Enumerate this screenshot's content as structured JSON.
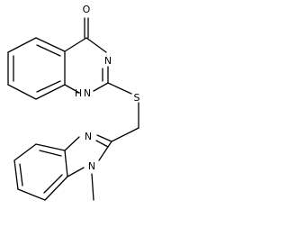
{
  "molecule": {
    "atoms": {
      "oxygen": "O",
      "n3": "N",
      "n1h": "N",
      "n1h_h": "H",
      "sulfur": "S",
      "n_imine": "N",
      "n_methyl": "N"
    }
  }
}
